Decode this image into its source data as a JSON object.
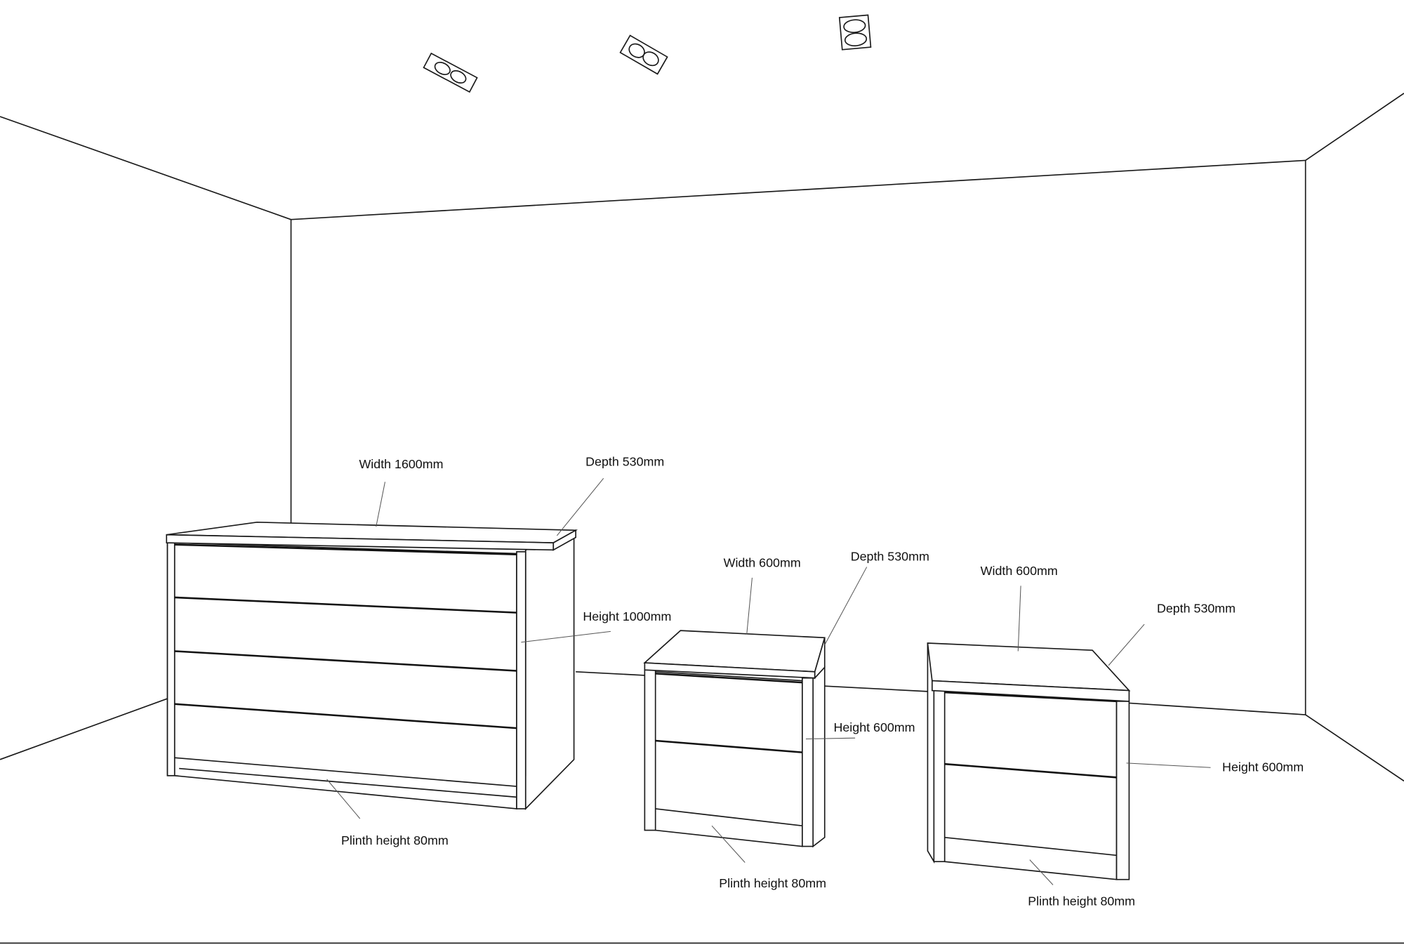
{
  "drawing": {
    "line_color": "#1a1a1a",
    "chest_of_drawers": {
      "width_label": "Width 1600mm",
      "depth_label": "Depth 530mm",
      "height_label": "Height 1000mm",
      "plinth_label": "Plinth height 80mm",
      "drawers": 4
    },
    "bedside_left": {
      "width_label": "Width 600mm",
      "depth_label": "Depth 530mm",
      "height_label": "Height 600mm",
      "plinth_label": "Plinth height 80mm",
      "drawers": 2
    },
    "bedside_right": {
      "width_label": "Width 600mm",
      "depth_label": "Depth 530mm",
      "height_label": "Height 600mm",
      "plinth_label": "Plinth height 80mm",
      "drawers": 2
    },
    "ceiling_lights": 3
  }
}
